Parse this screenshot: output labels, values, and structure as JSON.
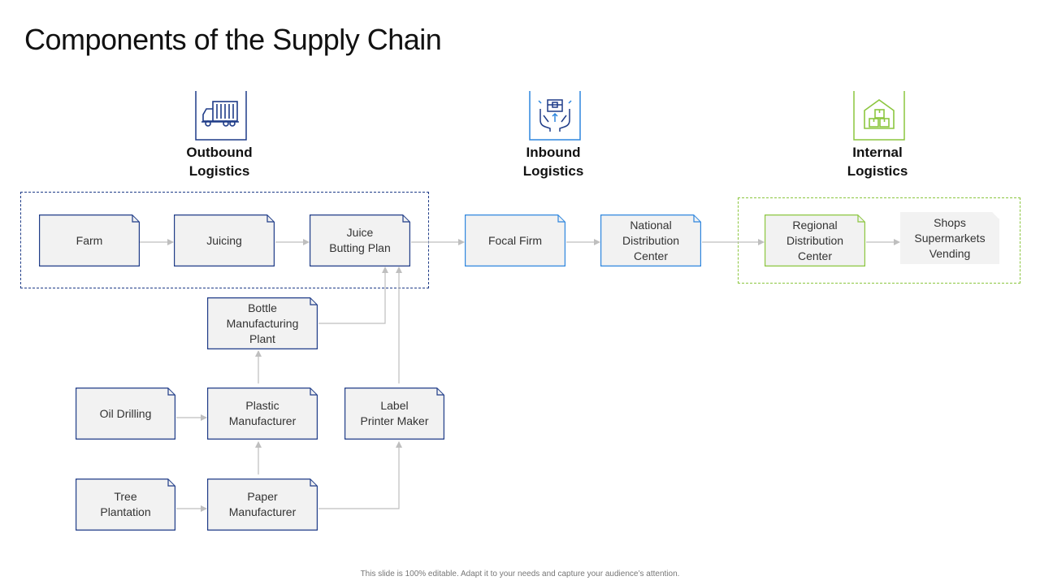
{
  "page": {
    "title": "Components of the Supply Chain",
    "footer": "This slide is 100% editable. Adapt it to your needs and capture your audience’s attention."
  },
  "categories": {
    "outbound": {
      "label": "Outbound\nLogistics",
      "icon": "truck-icon",
      "color": "#1f3c88"
    },
    "inbound": {
      "label": "Inbound\nLogistics",
      "icon": "hands-box-icon",
      "color": "#2e86de"
    },
    "internal": {
      "label": "Internal\nLogistics",
      "icon": "warehouse-icon",
      "color": "#8cc63f"
    }
  },
  "nodes": {
    "farm": "Farm",
    "juicing": "Juicing",
    "juice_plan": "Juice\nButting Plan",
    "focal_firm": "Focal Firm",
    "national_dc": "National\nDistribution\nCenter",
    "regional_dc": "Regional\nDistribution\nCenter",
    "shops": "Shops\nSupermarkets\nVending",
    "bottle_plant": "Bottle\nManufacturing\nPlant",
    "oil_drilling": "Oil Drilling",
    "plastic_mfr": "Plastic\nManufacturer",
    "label_maker": "Label\nPrinter Maker",
    "tree_plantation": "Tree\nPlantation",
    "paper_mfr": "Paper\nManufacturer"
  },
  "colors": {
    "navy": "#1f3c88",
    "blue": "#2e86de",
    "green": "#8cc63f",
    "connector": "#bfbfbf"
  }
}
